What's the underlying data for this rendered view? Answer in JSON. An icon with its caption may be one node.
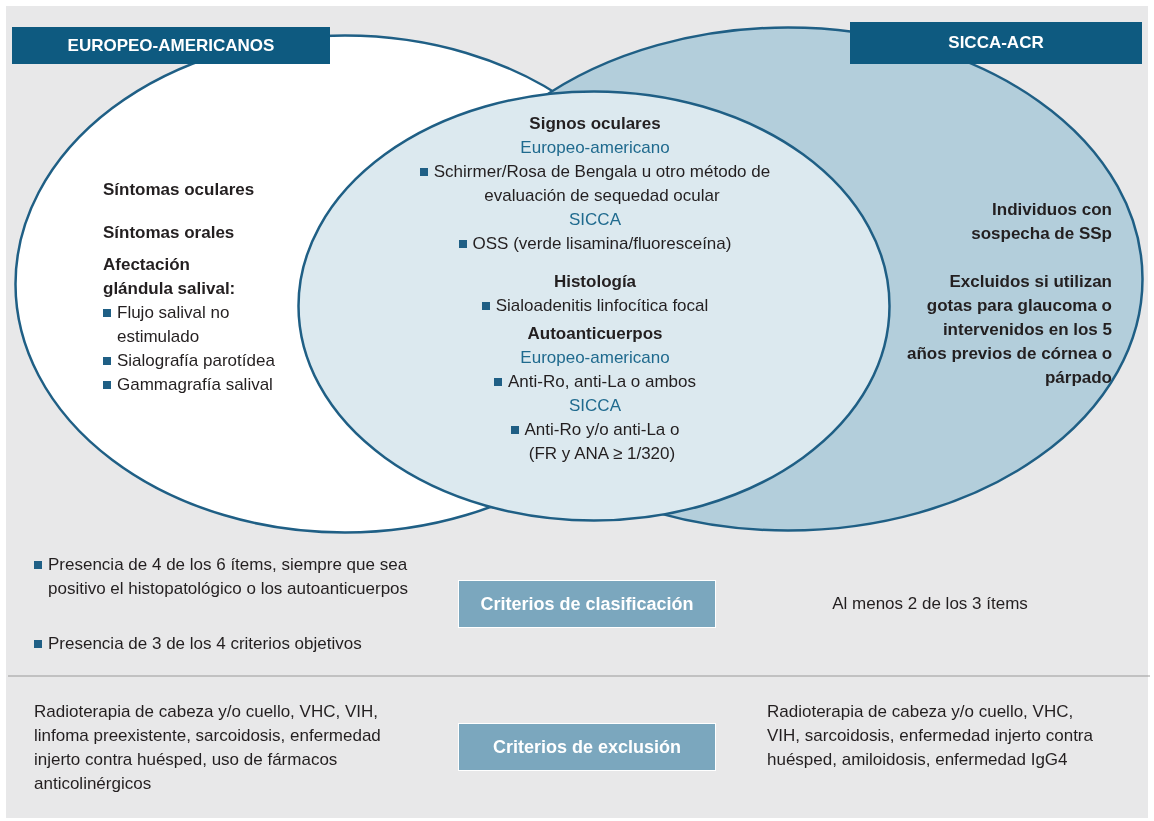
{
  "diagram": {
    "nodes": [
      {
        "text": [
          "EUROPEO-AMERICANOS"
        ]
      },
      {
        "text": [
          "SICCA-ACR"
        ]
      },
      {
        "text": [
          "Síntomas oculares",
          "Síntomas orales",
          "Afectación glándula salival:",
          "Flujo salival no estimulado",
          "Sialografía parotídea",
          "Gammagrafía salival"
        ]
      },
      {
        "text": [
          "Individuos con sospecha de SSp",
          "Excluidos si utilizan gotas para glaucoma o intervenidos en los 5 años previos de córnea o párpado"
        ]
      },
      {
        "text": [
          "Signos oculares",
          "Europeo-americano",
          "Schirmer/Rosa de Bengala u otro método de evaluación de sequedad ocular",
          "SICCA",
          "OSS (verde lisamina/fluoresceína)",
          "Histología",
          "Sialoadenitis linfocítica focal",
          "Autoanticuerpos",
          "Europeo-americano",
          "Anti-Ro, anti-La o ambos",
          "SICCA",
          "Anti-Ro y/o anti-La o (FR y ANA ≥ 1/320)"
        ]
      },
      {
        "text": [
          "Criterios de clasificación"
        ]
      },
      {
        "text": [
          "Criterios de exclusión"
        ]
      }
    ],
    "edges": [],
    "labels": [
      "Presencia de 4 de los 6 ítems, siempre que sea positivo el histopatológico o los autoanticuerpos",
      "Presencia de 3 de los 4 criterios objetivos",
      "Al menos 2 de los 3 ítems",
      "Radioterapia de cabeza y/o cuello, VHC, VIH, linfoma preexistente, sarcoidosis, enfermedad injerto contra huésped, uso de fármacos anticolinérgicos",
      "Radioterapia de cabeza y/o cuello, VHC, VIH, sarcoidosis, enfermedad injerto contra huésped, amiloidosis, enfermedad IgG4"
    ]
  }
}
